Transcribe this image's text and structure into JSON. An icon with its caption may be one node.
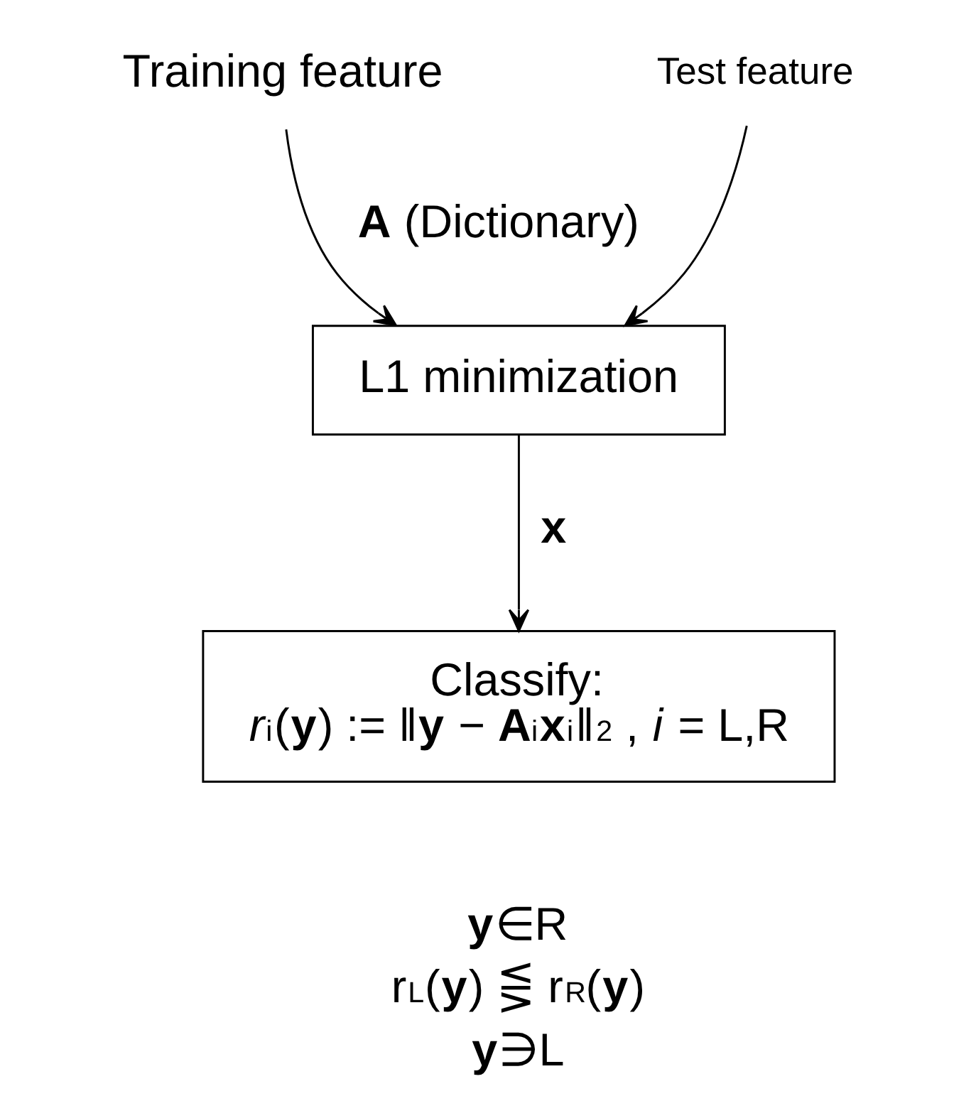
{
  "diagram": {
    "nodes": [
      {
        "text": [
          "Training feature"
        ]
      },
      {
        "text": [
          "Test feature"
        ]
      },
      {
        "text": [
          "L1 minimization"
        ]
      },
      {
        "text": [
          "Classify:",
          "*r*$_{i}$(**y**) := ‖**y** − **A**$_{i}$**x**$_{i}$‖$_{2}$ , *i* = L,R"
        ]
      }
    ],
    "edges": [
      {
        "from": 0,
        "to": 2,
        "arrow": "to",
        "label": "**A** (Dictionary)"
      },
      {
        "from": 1,
        "to": 2,
        "arrow": "to"
      },
      {
        "from": 2,
        "to": 3,
        "arrow": "to",
        "label": "**x**"
      }
    ],
    "labels": [
      "**y**∈R",
      "r$_{L}$(**y**) ⋚ r$_{R}$(**y**)",
      "**y**∋L"
    ]
  }
}
